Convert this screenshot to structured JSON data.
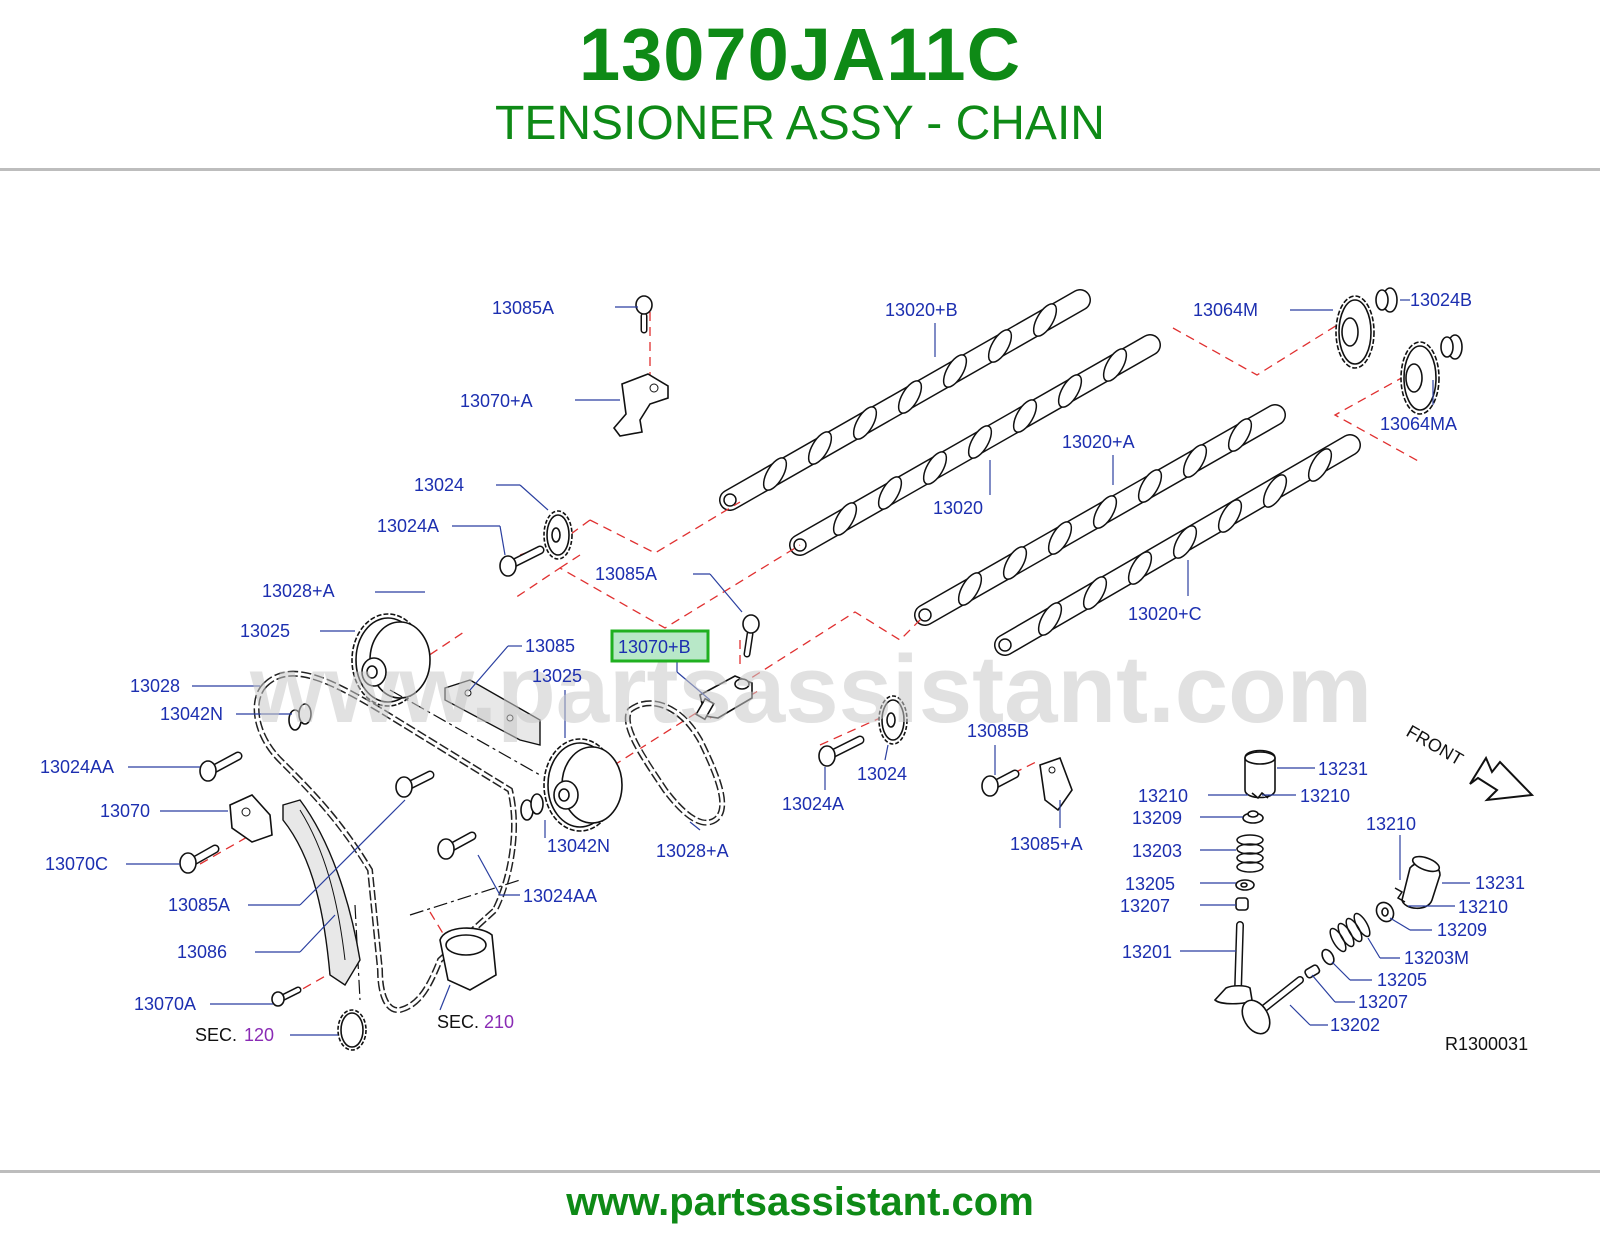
{
  "header": {
    "part_number": "13070JA11C",
    "title": "TENSIONER ASSY - CHAIN"
  },
  "footer": {
    "url": "www.partsassistant.com"
  },
  "watermark": "www.partsassistant.com",
  "diagram_code": "R1300031",
  "front_label": "FRONT",
  "highlighted": "13070+B",
  "labels": {
    "l_13085A_top": "13085A",
    "l_13070pA": "13070+A",
    "l_13020pB": "13020+B",
    "l_13064M": "13064M",
    "l_13024B": "13024B",
    "l_13064MA": "13064MA",
    "l_13020pA": "13020+A",
    "l_13020": "13020",
    "l_13024_top": "13024",
    "l_13024A_top": "13024A",
    "l_13085A_mid": "13085A",
    "l_13028pA_top": "13028+A",
    "l_13025_left": "13025",
    "l_13085": "13085",
    "l_13070pB": "13070+B",
    "l_13025_mid": "13025",
    "l_13028": "13028",
    "l_13042N_left": "13042N",
    "l_13024AA_left": "13024AA",
    "l_13070": "13070",
    "l_13070C": "13070C",
    "l_13085A_low": "13085A",
    "l_13086": "13086",
    "l_13070A": "13070A",
    "l_sec120_prefix": "SEC.",
    "l_sec120_num": "120",
    "l_13042N_mid": "13042N",
    "l_13028pA_low": "13028+A",
    "l_13024AA_mid": "13024AA",
    "l_sec210_prefix": "SEC.",
    "l_sec210_num": "210",
    "l_13020pC": "13020+C",
    "l_13024A_right": "13024A",
    "l_13024_right": "13024",
    "l_13085B": "13085B",
    "l_13085pA": "13085+A",
    "l_13231_a": "13231",
    "l_13210_a": "13210",
    "l_13210_b": "13210",
    "l_13209_a": "13209",
    "l_13203": "13203",
    "l_13205_a": "13205",
    "l_13207_a": "13207",
    "l_13201": "13201",
    "l_13210_c": "13210",
    "l_13231_b": "13231",
    "l_13210_d": "13210",
    "l_13209_b": "13209",
    "l_13203M": "13203M",
    "l_13205_b": "13205",
    "l_13207_b": "13207",
    "l_13202": "13202"
  }
}
